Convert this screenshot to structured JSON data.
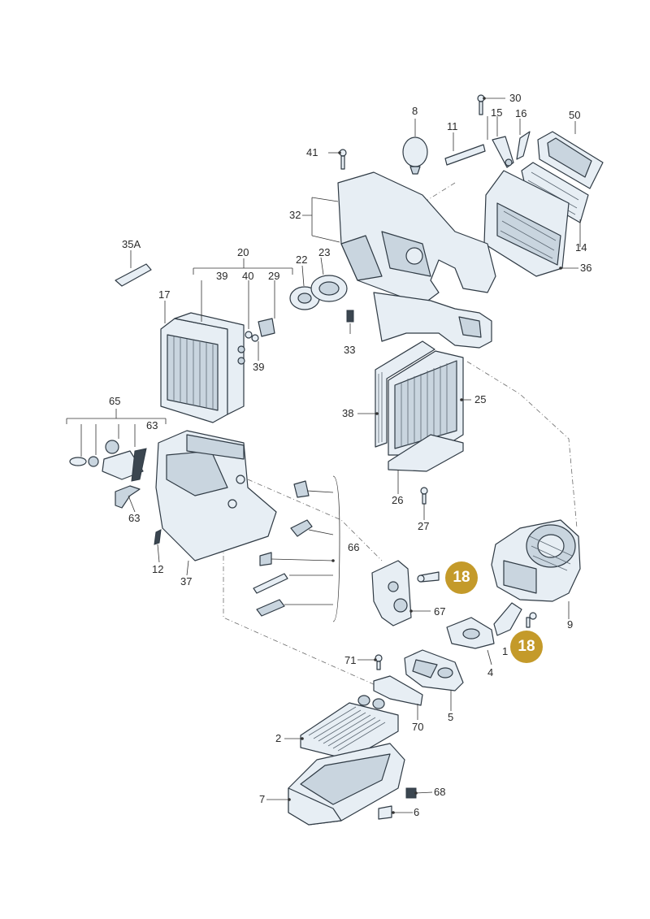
{
  "colors": {
    "highlight": "#c49a2a",
    "line": "#333333",
    "part_fill": "#e7eef4",
    "part_shade": "#c9d5df"
  },
  "callouts": {
    "c1": "1",
    "c2": "2",
    "c4": "4",
    "c5": "5",
    "c6": "6",
    "c7": "7",
    "c8": "8",
    "c9": "9",
    "c11": "11",
    "c12": "12",
    "c14": "14",
    "c15": "15",
    "c16": "16",
    "c17": "17",
    "c20": "20",
    "c22": "22",
    "c23": "23",
    "c25": "25",
    "c26": "26",
    "c27": "27",
    "c29": "29",
    "c30": "30",
    "c32": "32",
    "c33": "33",
    "c35a": "35A",
    "c36": "36",
    "c37": "37",
    "c38": "38",
    "c39a": "39",
    "c39b": "39",
    "c40": "40",
    "c41": "41",
    "c50": "50",
    "c63a": "63",
    "c63b": "63",
    "c65": "65",
    "c66": "66",
    "c67": "67",
    "c68": "68",
    "c70": "70",
    "c71": "71"
  },
  "highlights": {
    "h1": "18",
    "h2": "18"
  }
}
